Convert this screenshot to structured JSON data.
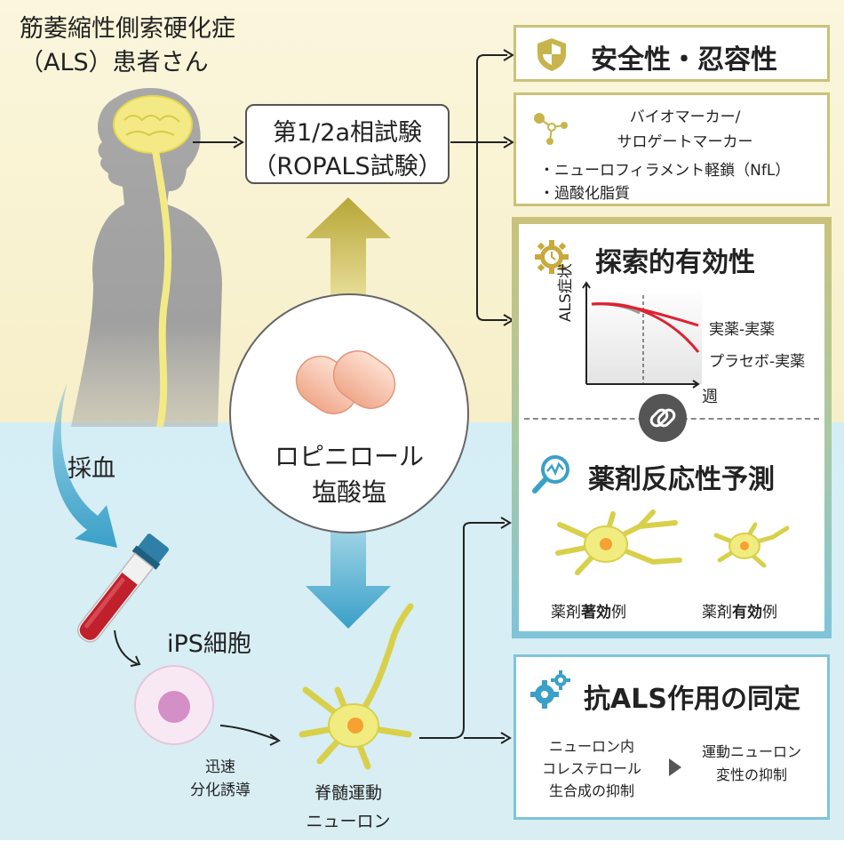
{
  "patient": {
    "line1": "筋萎縮性側索硬化症",
    "line2": "（ALS）患者さん"
  },
  "blood_label": "採血",
  "ips_label": "iPS細胞",
  "differentiation": {
    "line1": "迅速",
    "line2": "分化誘導"
  },
  "motor_neuron": {
    "line1": "脊髄運動",
    "line2": "ニューロン"
  },
  "drug": {
    "line1": "ロピニロール",
    "line2": "塩酸塩"
  },
  "trial": {
    "line1": "第1/2a相試験",
    "line2": "（ROPALS試験）"
  },
  "safety": {
    "title": "安全性・忍容性"
  },
  "biomarker": {
    "line1": "バイオマーカー/",
    "line2": "サロゲートマーカー",
    "item1": "・ニューロフィラメント軽鎖（NfL）",
    "item2": "・過酸化脂質"
  },
  "efficacy": {
    "title": "探索的有効性",
    "ylabel": "ALS症状",
    "xlabel": "週",
    "legend_active": "実薬-実薬",
    "legend_placebo": "プラセボ-実薬"
  },
  "prediction": {
    "title": "薬剤反応性予測",
    "ex1_pre": "薬剤",
    "ex1_bold": "著効",
    "ex1_post": "例",
    "ex2_pre": "薬剤",
    "ex2_bold": "有効",
    "ex2_post": "例"
  },
  "mechanism": {
    "title": "抗ALS作用の同定",
    "left_line1": "ニューロン内",
    "left_line2": "コレステロール",
    "left_line3": "生合成の抑制",
    "right_line1": "運動ニューロン",
    "right_line2": "変性の抑制"
  },
  "icons": [
    "shield-icon",
    "molecule-icon",
    "gear-clock-icon",
    "chain-link-icon",
    "magnifier-chart-icon",
    "gears-icon",
    "brain-icon",
    "blood-tube-icon",
    "ips-cell-icon",
    "pill-icon",
    "neuron-icon"
  ],
  "colors": {
    "olive": "#c9c27a",
    "blue": "#7fc4da",
    "red": "#e02030",
    "gray": "#999999",
    "gold": "#c8a93c"
  }
}
